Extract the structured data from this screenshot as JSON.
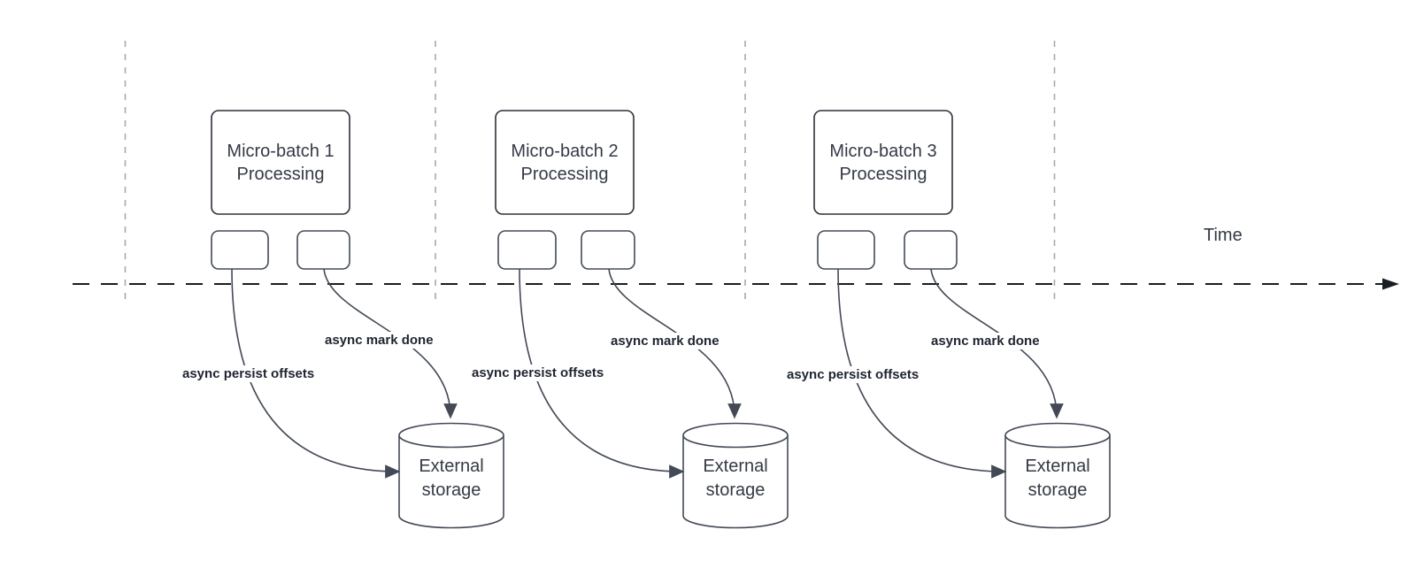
{
  "colors": {
    "guide": "#a9a9a9",
    "axis": "#1a1d23",
    "box-stroke": "#2b3039",
    "shape-stroke": "#434a56",
    "text": "#343a45",
    "label-text": "#1e2430"
  },
  "time_axis": {
    "label": "Time"
  },
  "batches": [
    {
      "title": "Micro-batch 1\nProcessing",
      "persist_label": "async persist offsets",
      "done_label": "async mark done",
      "storage_label": "External\nstorage"
    },
    {
      "title": "Micro-batch 2\nProcessing",
      "persist_label": "async persist offsets",
      "done_label": "async mark done",
      "storage_label": "External\nstorage"
    },
    {
      "title": "Micro-batch 3\nProcessing",
      "persist_label": "async persist offsets",
      "done_label": "async mark done",
      "storage_label": "External\nstorage"
    }
  ]
}
